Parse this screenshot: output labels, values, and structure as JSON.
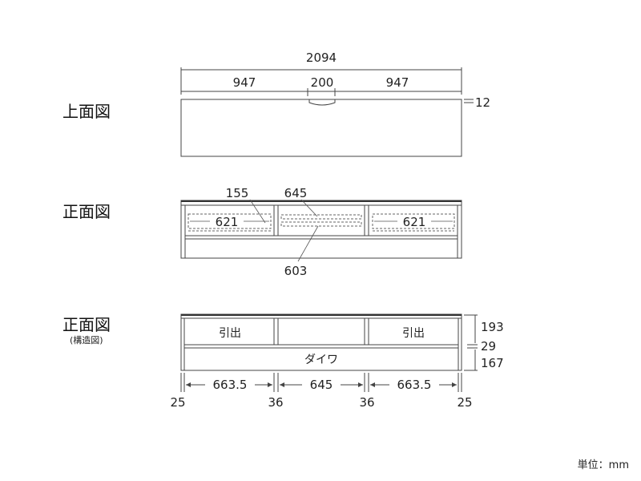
{
  "views": {
    "top": {
      "title": "上面図",
      "overall_width": "2094",
      "left_width": "947",
      "center_width": "200",
      "right_width": "947",
      "thickness": "12"
    },
    "front": {
      "title": "正面図",
      "drawer_inset": "155",
      "center_upper": "645",
      "left_drawer": "621",
      "right_drawer": "621",
      "center_lower": "603"
    },
    "structure": {
      "title": "正面図",
      "subtitle": "(構造図)",
      "left_label": "引出",
      "right_label": "引出",
      "bottom_label": "ダイワ",
      "bay_left": "663.5",
      "bay_center": "645",
      "bay_right": "663.5",
      "edge_left": "25",
      "div_left": "36",
      "div_right": "36",
      "edge_right": "25",
      "h_top": "193",
      "h_mid": "29",
      "h_bottom": "167"
    }
  },
  "unit_label": "単位：mm"
}
